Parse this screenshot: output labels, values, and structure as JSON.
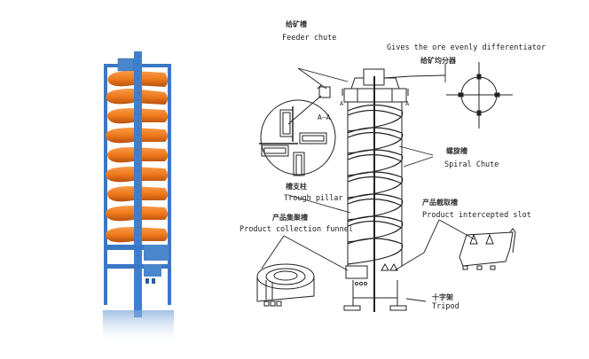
{
  "colors": {
    "frame_blue": "#3a78c4",
    "frame_blue_dark": "#2a5c9e",
    "spiral_orange": "#f07a1e",
    "spiral_orange_dark": "#b84e0c",
    "line": "#222222"
  },
  "labels": {
    "feeder_cn": "给矿槽",
    "feeder_en": "Feeder chute",
    "distributor_en": "Gives the ore evenly differentiator",
    "distributor_cn": "给矿均分器",
    "section_mark": "A—A",
    "a_left": "A",
    "a_right": "A",
    "spiral_cn": "螺旋槽",
    "spiral_en": "Spiral Chute",
    "pillar_cn": "槽支柱",
    "pillar_en": "Trough pillar",
    "funnel_cn": "产品集聚槽",
    "funnel_en": "Product collection funnel",
    "slot_cn": "产品截取槽",
    "slot_en": "Product intercepted slot",
    "tripod_cn": "十字架",
    "tripod_en": "Tripod"
  }
}
